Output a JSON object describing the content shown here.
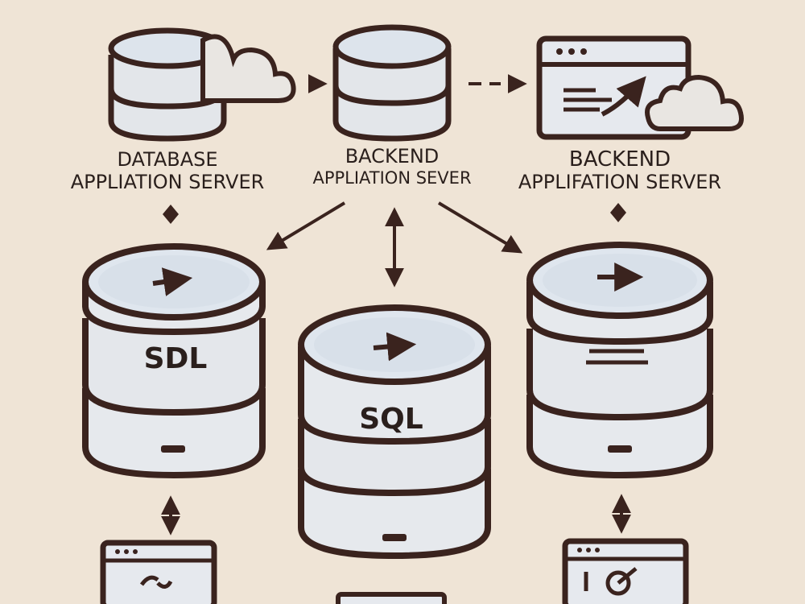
{
  "labels": {
    "top_left": [
      "DATABASE",
      "APPLIATION SERVER"
    ],
    "top_center": [
      "BACKEND",
      "APPLIATION SEVER"
    ],
    "top_right": [
      "BACKEND",
      "APPLIFATION SERVER"
    ],
    "db_left": "SDL",
    "db_center": "SQL"
  },
  "colors": {
    "background": "#efe4d6",
    "outline": "#3a231e",
    "fill": "#dfe3e8",
    "fill_light": "#e8ebee"
  },
  "icons": [
    "database-icon",
    "cloud-icon",
    "browser-window-icon",
    "arrow-icon",
    "document-icon"
  ]
}
